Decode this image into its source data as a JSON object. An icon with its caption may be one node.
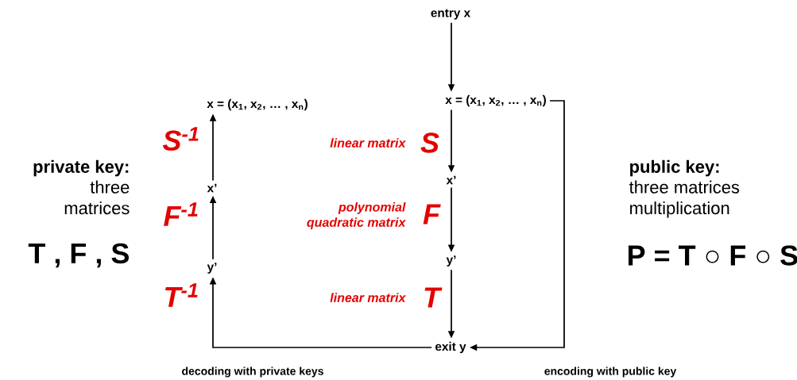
{
  "diagram": {
    "nodes": [
      {
        "text": [
          "entry x"
        ]
      },
      {
        "text": [
          "x = (x$_{1}$, x$_{2}$, … , x$_{n}$)"
        ]
      },
      {
        "text": [
          "x’"
        ]
      },
      {
        "text": [
          "y’"
        ]
      },
      {
        "text": [
          "exit y"
        ]
      },
      {
        "text": [
          "x = (x$_{1}$, x$_{2}$, … , x$_{n}$)"
        ]
      },
      {
        "text": [
          "x’"
        ]
      },
      {
        "text": [
          "y’"
        ]
      }
    ],
    "edges": [
      {
        "from": 0,
        "to": 1,
        "arrow": "to"
      },
      {
        "from": 1,
        "to": 2,
        "arrow": "to",
        "label": "S"
      },
      {
        "from": 2,
        "to": 3,
        "arrow": "to",
        "label": "F"
      },
      {
        "from": 3,
        "to": 4,
        "arrow": "to",
        "label": "T"
      },
      {
        "from": 1,
        "to": 4,
        "arrow": "to"
      },
      {
        "from": 4,
        "to": 7,
        "arrow": "to",
        "label": "T$^{-1}$"
      },
      {
        "from": 7,
        "to": 6,
        "arrow": "to",
        "label": "F$^{-1}$"
      },
      {
        "from": 6,
        "to": 5,
        "arrow": "to",
        "label": "S$^{-1}$"
      }
    ],
    "labels": [
      "linear matrix",
      "polynomial quadratic matrix",
      "linear matrix",
      "private key:",
      "three matrices",
      "T , F , S",
      "decoding with private keys",
      "public key:",
      "three matrices multiplication",
      "P = T ○ F ○ S",
      "encoding with public key"
    ]
  }
}
